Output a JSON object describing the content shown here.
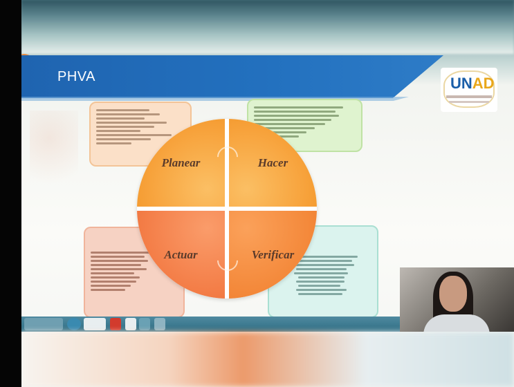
{
  "slide": {
    "title": "PHVA",
    "logo_text_a": "UN",
    "logo_text_b": "AD"
  },
  "cycle": {
    "planear": "Planear",
    "hacer": "Hacer",
    "actuar": "Actuar",
    "verificar": "Verificar"
  },
  "colors": {
    "header_blue": "#2371bf",
    "planear_orange": "#f7a23b",
    "actuar_coral": "#f47f49",
    "box_green": "#dff3cf",
    "box_mint": "#dbf3ee"
  },
  "taskbar": {
    "items": [
      "start-button",
      "browser-icon",
      "document-app-icon",
      "powerpoint-icon",
      "chrome-icon",
      "settings-icon",
      "camera-icon"
    ]
  }
}
